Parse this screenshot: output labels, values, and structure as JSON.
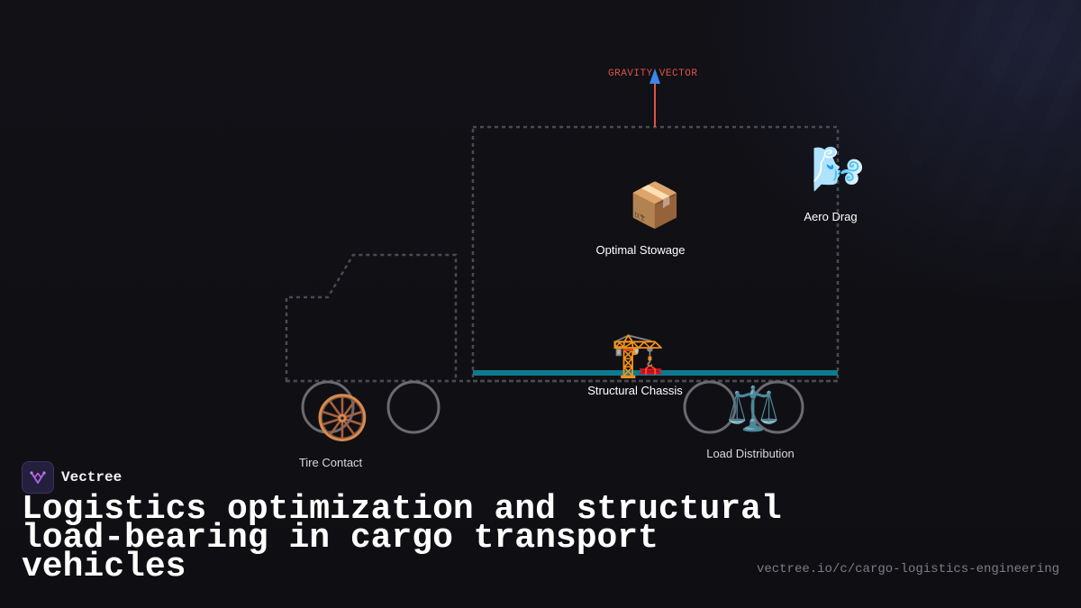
{
  "diagram": {
    "gravity_label": "GRAVITY VECTOR",
    "nodes": [
      {
        "id": "stowage",
        "label": "Optimal Stowage",
        "icon": "package-icon",
        "glyph": "📦"
      },
      {
        "id": "aero",
        "label": "Aero Drag",
        "icon": "wind-icon",
        "glyph": "🌬️"
      },
      {
        "id": "chassis",
        "label": "Structural Chassis",
        "icon": "crane-icon",
        "glyph": "🏗️"
      },
      {
        "id": "tire",
        "label": "Tire Contact",
        "icon": "tire-icon",
        "glyph": "🛞"
      },
      {
        "id": "load",
        "label": "Load Distribution",
        "icon": "balance-scale-icon",
        "glyph": "⚖️"
      }
    ]
  },
  "brand": {
    "name": "Vectree"
  },
  "title": "Logistics optimization and structural load-bearing in cargo transport vehicles",
  "url": "vectree.io/c/cargo-logistics-engineering",
  "colors": {
    "background": "#111115",
    "chassis": "#0e7a8f",
    "gravity": "#e0524a",
    "gravity_arrowhead": "#3d86e8",
    "outline": "#4a4a52",
    "wheel": "#6a6a70"
  }
}
